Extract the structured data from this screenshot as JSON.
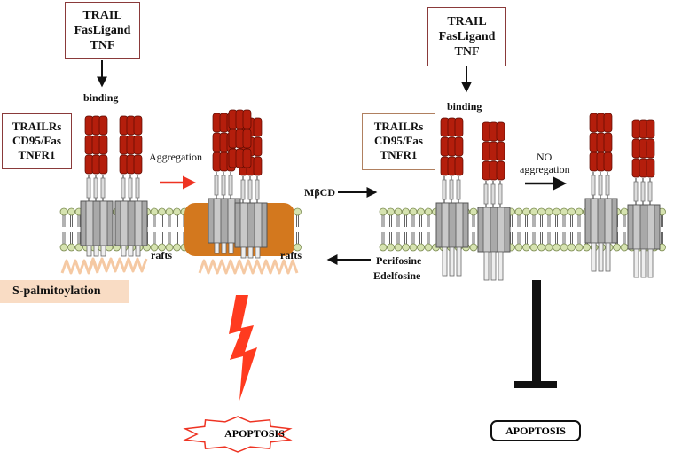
{
  "left_panel": {
    "ligand_box": [
      "TRAIL",
      "FasLigand",
      "TNF"
    ],
    "binding_label": "binding",
    "receptor_box": [
      "TRAILRs",
      "CD95/Fas",
      "TNFR1"
    ],
    "aggregation_label": "Aggregation",
    "rafts_label_left": "rafts",
    "rafts_label_right": "rafts",
    "palmitoylation_label": "S-palmitoylation",
    "apoptosis_label": "APOPTOSIS"
  },
  "middle": {
    "mbcd_label": "MβCD",
    "perifosine_label": "Perifosine",
    "edelfosine_label": "Edelfosine"
  },
  "right_panel": {
    "ligand_box": [
      "TRAIL",
      "FasLigand",
      "TNF"
    ],
    "binding_label": "binding",
    "receptor_box": [
      "TRAILRs",
      "CD95/Fas",
      "TNFR1"
    ],
    "no_aggregation_label": [
      "NO",
      "aggregation"
    ],
    "apoptosis_label": "APOPTOSIS"
  },
  "colors": {
    "receptor_red": "#b41e0c",
    "raft_orange": "#d3781e",
    "lipid_head": "#d6e3b0",
    "tm_gray": "#a9a9a9",
    "arrow_red": "#ee3322",
    "lightning": "#ff3b1f",
    "palmitoyl": "#f5c9a3",
    "box_border": "#8a3a3a"
  }
}
